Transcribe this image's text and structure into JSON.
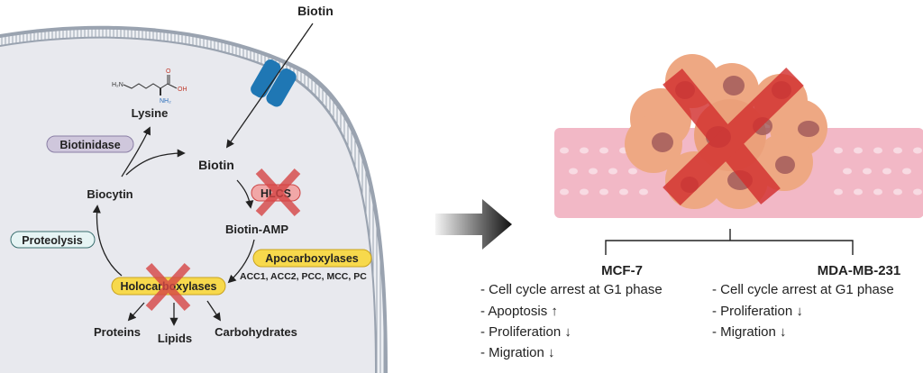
{
  "left_panel": {
    "outside_label": "Biotin",
    "lysine": {
      "label": "Lysine",
      "formula": {
        "h2n": "H₂N",
        "nh2": "NH₂",
        "oh": "OH",
        "o": "O"
      }
    },
    "biotinidase": "Biotinidase",
    "biotin": "Biotin",
    "biocytin": "Biocytin",
    "hlcs": "HLCS",
    "biotin_amp": "Biotin-AMP",
    "proteolysis": "Proteolysis",
    "apocarboxylases": "Apocarboxylases",
    "apocarboxylase_list": "ACC1, ACC2, PCC, MCC, PC",
    "holocarboxylases": "Holocarboxylases",
    "products": [
      "Proteins",
      "Lipids",
      "Carbohydrates"
    ]
  },
  "right_panel": {
    "cell_lines": [
      {
        "name": "MCF-7",
        "effects": [
          "- Cell cycle arrest at G1 phase",
          "- Apoptosis ↑",
          "- Proliferation ↓",
          "- Migration ↓"
        ]
      },
      {
        "name": "MDA-MB-231",
        "effects": [
          "- Cell cycle arrest at G1 phase",
          "- Proliferation ↓",
          "- Migration ↓"
        ]
      }
    ]
  },
  "colors": {
    "cell_fill": "#e8e9ee",
    "membrane": "#9aa3b0",
    "transporter": "#1f77b4",
    "inhibit_x": "#d64545",
    "yellow_pill": "#f7d94c",
    "biotinidase_pill": "#cfc7dc",
    "proteolysis_pill": "#e6f4f4",
    "tissue": "#f2b8c6",
    "tumor_cell": "#eea883",
    "nucleus": "#a35c5c"
  }
}
